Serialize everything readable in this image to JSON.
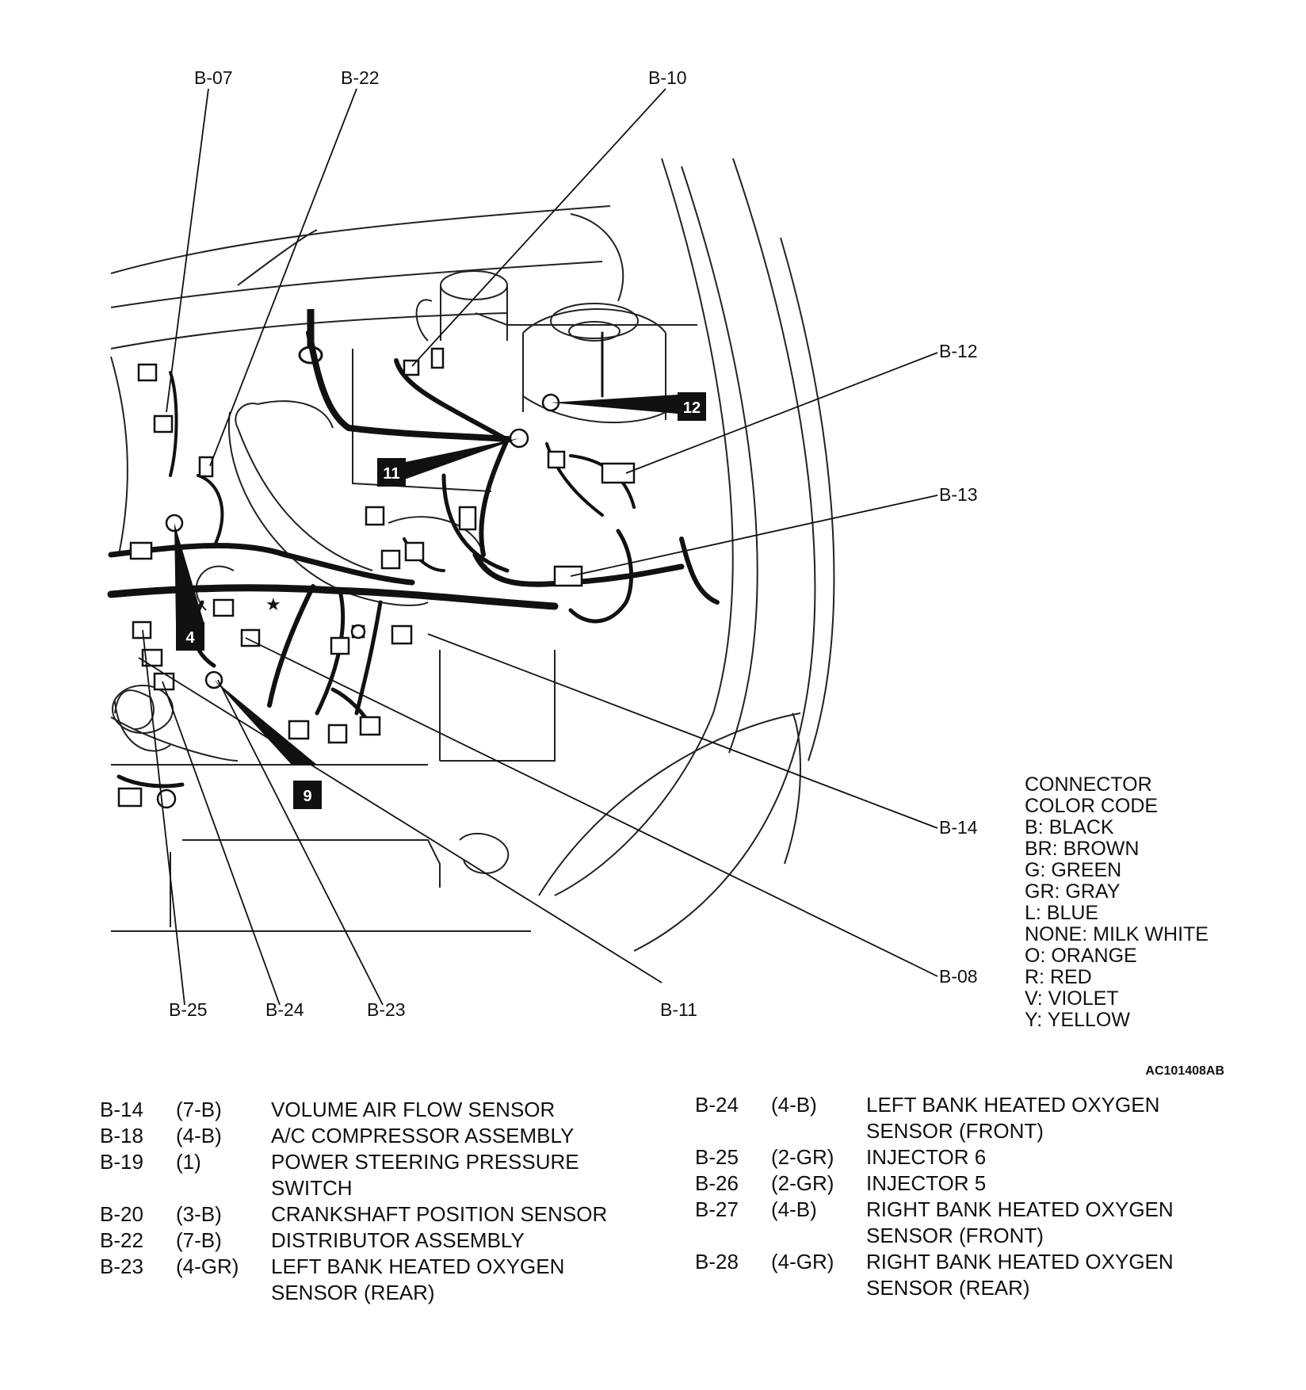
{
  "callouts": {
    "b07": "B-07",
    "b22": "B-22",
    "b10": "B-10",
    "b12": "B-12",
    "b13": "B-13",
    "b14": "B-14",
    "b08": "B-08",
    "b11": "B-11",
    "b25": "B-25",
    "b24": "B-24",
    "b23": "B-23"
  },
  "badges": {
    "b4": "4",
    "b9": "9",
    "b11": "11",
    "b12": "12"
  },
  "star": "★",
  "figure_code": "AC101408AB",
  "legend": {
    "title_line1": "CONNECTOR",
    "title_line2": "COLOR CODE",
    "items": [
      "B: BLACK",
      "BR: BROWN",
      "G: GREEN",
      "GR: GRAY",
      "L: BLUE",
      "NONE: MILK WHITE",
      "O: ORANGE",
      "R: RED",
      "V: VIOLET",
      "Y: YELLOW"
    ]
  },
  "parts_left": [
    {
      "id": "B-14",
      "code": "(7-B)",
      "desc": "VOLUME AIR FLOW SENSOR"
    },
    {
      "id": "B-18",
      "code": "(4-B)",
      "desc": "A/C COMPRESSOR ASSEMBLY"
    },
    {
      "id": "B-19",
      "code": "(1)",
      "desc": "POWER STEERING PRESSURE\nSWITCH"
    },
    {
      "id": "B-20",
      "code": "(3-B)",
      "desc": "CRANKSHAFT POSITION SENSOR"
    },
    {
      "id": "B-22",
      "code": "(7-B)",
      "desc": "DISTRIBUTOR ASSEMBLY"
    },
    {
      "id": "B-23",
      "code": "(4-GR)",
      "desc": "LEFT BANK HEATED OXYGEN\nSENSOR (REAR)"
    }
  ],
  "parts_right": [
    {
      "id": "B-24",
      "code": "(4-B)",
      "desc": "LEFT BANK HEATED OXYGEN\nSENSOR (FRONT)"
    },
    {
      "id": "B-25",
      "code": "(2-GR)",
      "desc": "INJECTOR 6"
    },
    {
      "id": "B-26",
      "code": "(2-GR)",
      "desc": "INJECTOR 5"
    },
    {
      "id": "B-27",
      "code": "(4-B)",
      "desc": "RIGHT BANK HEATED OXYGEN\nSENSOR (FRONT)"
    },
    {
      "id": "B-28",
      "code": "(4-GR)",
      "desc": "RIGHT BANK HEATED OXYGEN\nSENSOR (REAR)"
    }
  ]
}
